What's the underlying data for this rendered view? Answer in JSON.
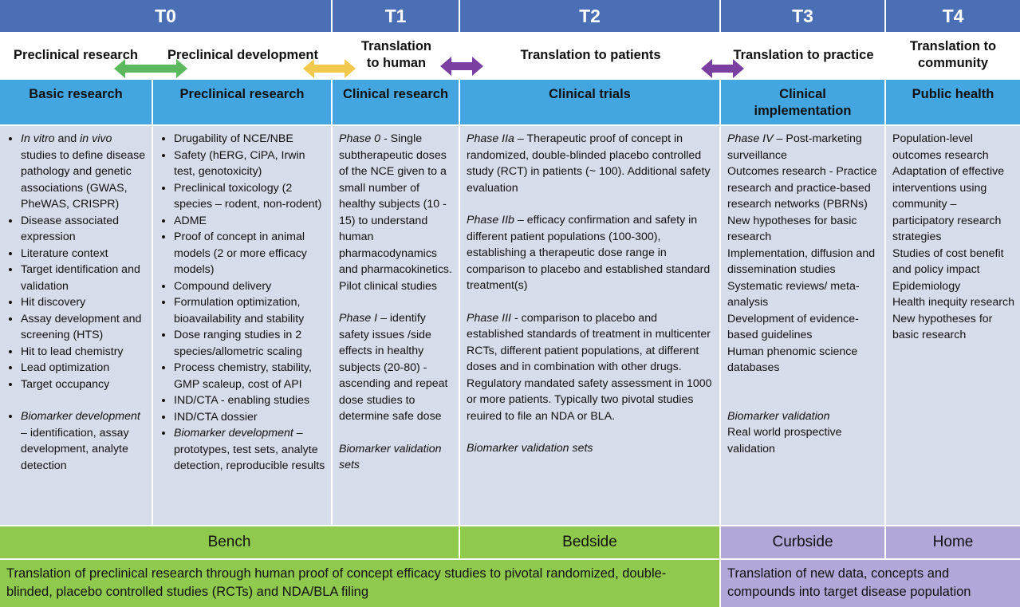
{
  "stages": [
    "T0",
    "T1",
    "T2",
    "T3",
    "T4"
  ],
  "phases": {
    "preclinical_research": "Preclinical research",
    "preclinical_development": "Preclinical development",
    "t1": "Translation to human",
    "t2": "Translation to patients",
    "t3": "Translation to practice",
    "t4": "Translation to community"
  },
  "categories": {
    "c1": "Basic research",
    "c2": "Preclinical research",
    "c3": "Clinical research",
    "c4": "Clinical trials",
    "c5": "Clinical implementation",
    "c6": "Public health"
  },
  "col1": {
    "items": [
      {
        "i1": "In vitro",
        "t1": " and ",
        "i2": "in vivo",
        "t2": " studies to define disease pathology and genetic associations (GWAS, PheWAS, CRISPR)"
      },
      {
        "t": "Disease associated expression"
      },
      {
        "t": "Literature context"
      },
      {
        "t": "Target identification and validation"
      },
      {
        "t": "Hit discovery"
      },
      {
        "t": "Assay development and screening (HTS)"
      },
      {
        "t": "Hit to lead chemistry"
      },
      {
        "t": "Lead optimization"
      },
      {
        "t": "Target occupancy"
      }
    ],
    "biomarker_italic": "Biomarker development",
    "biomarker_rest": " – identification, assay development, analyte detection"
  },
  "col2": {
    "items": [
      "Drugability of NCE/NBE",
      "Safety (hERG, CiPA, Irwin test, genotoxicity)",
      "Preclinical toxicology (2 species – rodent, non-rodent)",
      "ADME",
      "Proof of concept in animal models (2 or more efficacy models)",
      "Compound delivery",
      "Formulation optimization, bioavailability and stability",
      "Dose ranging studies in 2 species/allometric scaling",
      "Process chemistry, stability, GMP scaleup, cost of API",
      "IND/CTA - enabling studies",
      "IND/CTA dossier"
    ],
    "biomarker_italic": "Biomarker development",
    "biomarker_rest": " – prototypes, test sets, analyte detection, reproducible results"
  },
  "col3": {
    "p1_italic": "Phase 0",
    "p1_rest": " - Single subtherapeutic doses of the NCE given to a small number of healthy subjects (10 - 15) to understand human pharmacodynamics and pharmacokinetics. Pilot clinical studies",
    "p2_italic": "Phase I",
    "p2_rest": " – identify safety issues /side effects in healthy subjects (20-80) - ascending and repeat dose studies to determine safe dose",
    "p3_italic": "Biomarker validation sets"
  },
  "col4": {
    "p1_italic": "Phase IIa",
    "p1_rest": " – Therapeutic proof of concept in randomized, double-blinded placebo controlled study (RCT)  in patients (~ 100). Additional safety evaluation",
    "p2_italic": "Phase IIb",
    "p2_rest": " – efficacy  confirmation and safety in different patient populations (100-300), establishing a therapeutic dose range in comparison to placebo and established standard treatment(s)",
    "p3_italic": "Phase III",
    "p3_rest": " - comparison to placebo and established standards of treatment in multicenter RCTs, different patient populations, at different doses and in combination with other drugs. Regulatory mandated safety assessment in 1000 or more patients. Typically two pivotal studies reuired to file an NDA or BLA.",
    "p4_italic": "Biomarker validation sets"
  },
  "col5": {
    "p1_italic": "Phase IV",
    "p1_rest": " – Post-marketing surveillance",
    "lines": [
      "Outcomes research - Practice research and practice-based research networks (PBRNs)",
      "New hypotheses for basic research",
      "Implementation, diffusion and dissemination studies",
      "Systematic reviews/ meta-analysis",
      "Development of evidence-based guidelines",
      "Human phenomic science databases"
    ],
    "biomarker_italic": "Biomarker validation",
    "biomarker_rest": "Real world prospective validation"
  },
  "col6": {
    "lines": [
      "Population-level outcomes research",
      "Adaptation of effective interventions using community – participatory research strategies",
      "Studies of cost benefit and policy impact",
      "Epidemiology",
      "Health inequity research",
      "New hypotheses for basic research"
    ]
  },
  "bottom": {
    "bench": "Bench",
    "bedside": "Bedside",
    "curbside": "Curbside",
    "home": "Home",
    "summary_left": "Translation of preclinical research through human proof of concept efficacy studies to pivotal randomized, double-blinded, placebo controlled studies (RCTs) and NDA/BLA filing",
    "summary_right": "Translation of new data, concepts and compounds into target disease population"
  },
  "colors": {
    "stage_header": "#4a6fb5",
    "category": "#43a6e0",
    "content": "#d7dcea",
    "green_band": "#8fca4e",
    "purple_band": "#b3a7d9",
    "arrow_green": "#5cb85c",
    "arrow_yellow": "#f2c94c",
    "arrow_purple": "#7a3fa0"
  }
}
